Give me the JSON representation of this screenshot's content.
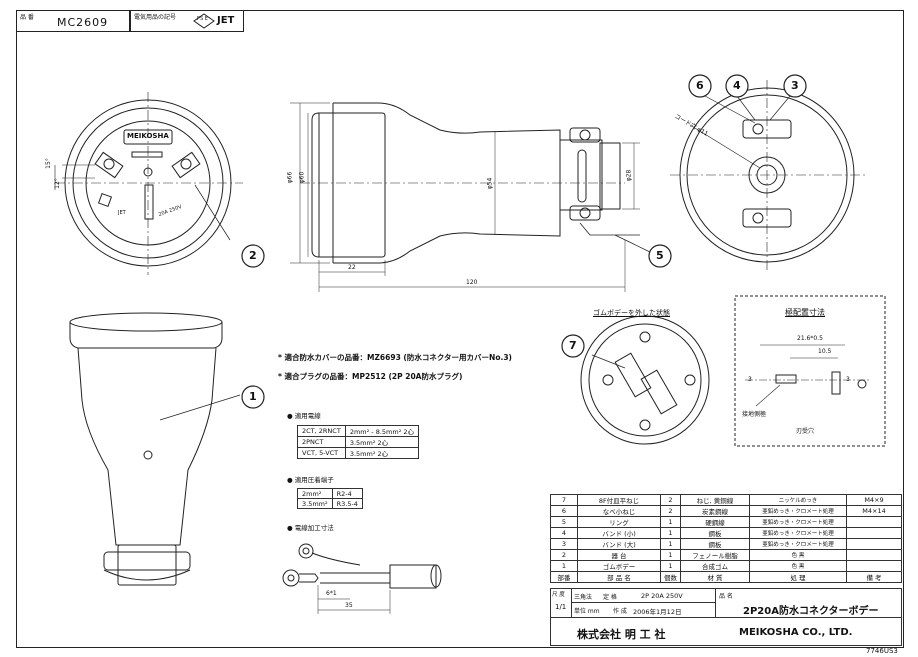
{
  "header": {
    "part_no_label": "品 番",
    "part_no": "MC2609",
    "cert_label": "電気用品の記号",
    "ps_mark": "PS E",
    "jet_mark": "JET"
  },
  "callouts": [
    "1",
    "2",
    "3",
    "4",
    "5",
    "6",
    "7"
  ],
  "front_view": {
    "brand_text": "MEIKOSHA",
    "rating_text": "20A 250V",
    "jet_text": "JET",
    "dim_upper": "15°",
    "dim_lower": "12°"
  },
  "side_view": {
    "dia_outer": "φ66",
    "dia_inner": "φ60",
    "dia_body": "φ54",
    "dia_cable": "φ28",
    "len_flange": "22",
    "len_total": "120"
  },
  "rear_view": {
    "cable_label": "コード穴 φ11"
  },
  "notes": {
    "cover_note": "* 適合防水カバーの品番：MZ6693 (防水コネクター用カバーNo.3)",
    "plug_note": "* 適合プラグの品番：MP2512 (2P 20A防水プラグ)"
  },
  "wire_table": {
    "title": "● 適用電線",
    "rows": [
      [
        "2CT, 2RNCT",
        "2mm² - 8.5mm² 2心"
      ],
      [
        "2PNCT",
        "3.5mm² 2心"
      ],
      [
        "VCT, 5-VCT",
        "3.5mm² 2心"
      ]
    ]
  },
  "terminal_table": {
    "title": "● 適用圧着端子",
    "rows": [
      [
        "2mm²",
        "R2-4"
      ],
      [
        "3.5mm²",
        "R3.5-4"
      ]
    ]
  },
  "wire_processing": {
    "title": "● 電線加工寸法",
    "dim_strip": "6*1",
    "dim_total": "35"
  },
  "rubber_removed": {
    "title": "ゴムボデーを外した状態"
  },
  "pole_dimension": {
    "title": "極配置寸法",
    "dim_a": "21.6*0.5",
    "dim_b": "10.5",
    "dim_c": "3",
    "dim_d": "3",
    "ground_label": "接地側極",
    "face_label": "刃受穴"
  },
  "parts_list": {
    "rows": [
      [
        "7",
        "8F付皿平ねじ",
        "2",
        "ねじ, 黄銅線",
        "ニッケルめっき",
        "M4×9"
      ],
      [
        "6",
        "なべ小ねじ",
        "2",
        "炭素鋼線",
        "亜鉛めっき・クロメート処理",
        "M4×14"
      ],
      [
        "5",
        "リング",
        "1",
        "硬鋼線",
        "亜鉛めっき・クロメート処理",
        ""
      ],
      [
        "4",
        "バンド (小)",
        "1",
        "鋼板",
        "亜鉛めっき・クロメート処理",
        ""
      ],
      [
        "3",
        "バンド (大)",
        "1",
        "鋼板",
        "亜鉛めっき・クロメート処理",
        ""
      ],
      [
        "2",
        "器 台",
        "1",
        "フェノール樹脂",
        "色 黒",
        ""
      ],
      [
        "1",
        "ゴムボデー",
        "1",
        "合成ゴム",
        "色 黒",
        ""
      ]
    ],
    "header": [
      "部番",
      "部 品 名",
      "個数",
      "材 質",
      "処 理",
      "備 考"
    ]
  },
  "title_block": {
    "scale_label": "尺 度",
    "scale": "1/1",
    "projection_label": "三角法",
    "unit_label": "単位 mm",
    "rating_label": "定 格",
    "rating": "2P 20A 250V",
    "date_label": "作 成",
    "date": "2006年1月12日",
    "name_label": "品 名",
    "name": "2P20A防水コネクターボデー",
    "company_jp": "株式会社 明 工 社",
    "company_en": "MEIKOSHA CO., LTD."
  },
  "drawing_no": "7746US3"
}
